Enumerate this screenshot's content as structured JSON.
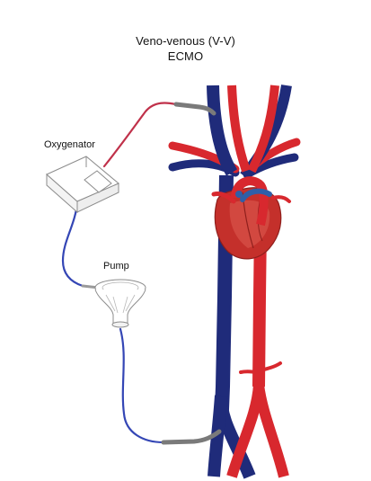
{
  "diagram": {
    "title_line1": "Veno-venous (V-V)",
    "title_line2": "ECMO",
    "labels": {
      "oxygenator": "Oxygenator",
      "pump": "Pump"
    }
  },
  "colors": {
    "venous": "#1f2b7a",
    "arterial": "#d8282e",
    "tube_red": "#c0314a",
    "tube_blue": "#3446b5",
    "heart": "#c4302b",
    "cannula": "#7a7a7a",
    "device_outline": "#9a9a9a"
  }
}
